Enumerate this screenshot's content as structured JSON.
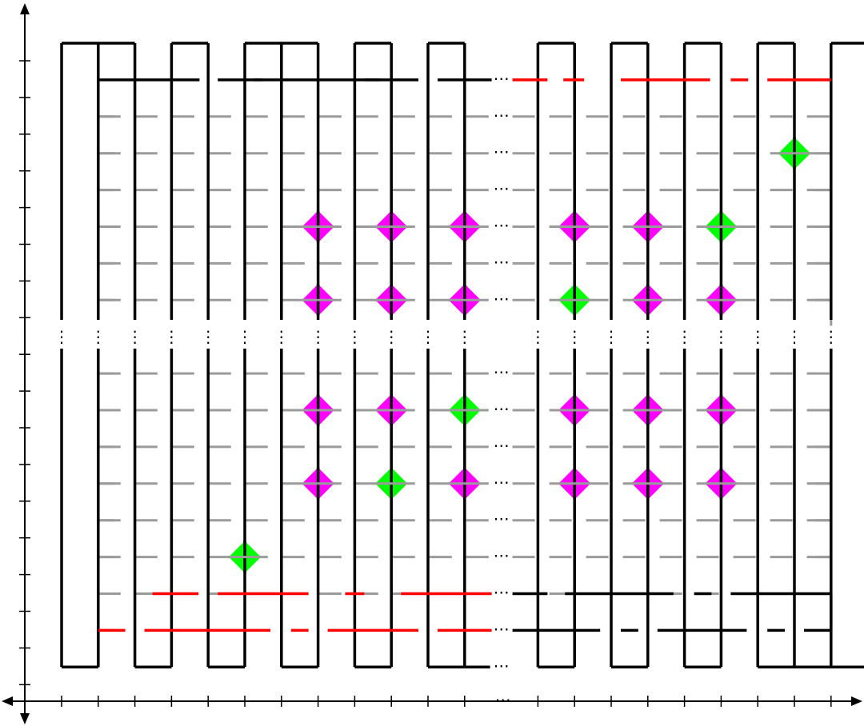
{
  "colors": {
    "black": "#000000",
    "gray": "#9b9b9b",
    "red": "#ff0000",
    "magenta": "#ff00ff",
    "green": "#00ff00",
    "background": "#ffffff"
  },
  "ellipsis": "⋯",
  "vertical_ellipsis": "⋮",
  "diagram": {
    "columns": 22,
    "visible_columns": [
      0,
      1,
      2,
      3,
      4,
      5,
      6,
      7,
      8,
      9,
      10,
      11,
      13,
      14,
      15,
      16,
      17,
      18,
      19,
      20,
      21,
      22
    ],
    "gap_column": 12,
    "row_count": 17,
    "markers_magenta": [
      [
        7,
        5
      ],
      [
        9,
        5
      ],
      [
        11,
        5
      ],
      [
        14,
        5
      ],
      [
        16,
        5
      ],
      [
        7,
        7
      ],
      [
        9,
        7
      ],
      [
        11,
        7
      ],
      [
        16,
        7
      ],
      [
        18,
        7
      ],
      [
        7,
        10
      ],
      [
        9,
        10
      ],
      [
        14,
        10
      ],
      [
        16,
        10
      ],
      [
        18,
        10
      ],
      [
        7,
        12
      ],
      [
        11,
        12
      ],
      [
        14,
        12
      ],
      [
        16,
        12
      ],
      [
        18,
        12
      ]
    ],
    "markers_green": [
      [
        20,
        3
      ],
      [
        18,
        5
      ],
      [
        14,
        7
      ],
      [
        11,
        10
      ],
      [
        9,
        12
      ],
      [
        5,
        14
      ]
    ]
  }
}
